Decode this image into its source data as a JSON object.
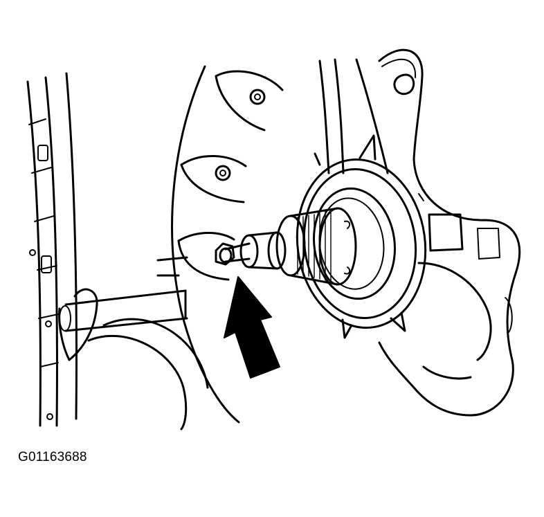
{
  "figure": {
    "id_label": "G01163688"
  },
  "colors": {
    "ink": "#000000",
    "paper": "#ffffff"
  },
  "callouts": [
    {
      "type": "arrow",
      "direction": "up-left",
      "target": "input-shaft"
    }
  ]
}
